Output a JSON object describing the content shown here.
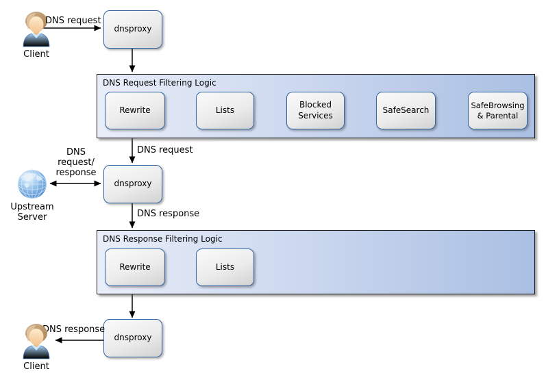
{
  "colors": {
    "box_border": "#3465a4",
    "box_fill_top": "#fafafa",
    "box_fill_bottom": "#d2d2d2",
    "container_fill_left": "#e9eef9",
    "container_fill_right": "#aabfe3",
    "container_border": "#141414",
    "arrow": "#000000"
  },
  "nodes": {
    "client_top": {
      "label": "Client",
      "icon": "person-icon"
    },
    "dnsproxy_top": {
      "label": "dnsproxy"
    },
    "dnsproxy_mid": {
      "label": "dnsproxy"
    },
    "dnsproxy_bottom": {
      "label": "dnsproxy"
    },
    "upstream": {
      "label": "Upstream\nServer",
      "icon": "globe-icon"
    },
    "client_bottom": {
      "label": "Client",
      "icon": "person-icon"
    }
  },
  "containers": {
    "request": {
      "title": "DNS Request Filtering Logic",
      "steps": [
        "Rewrite",
        "Lists",
        "Blocked Services",
        "SafeSearch",
        "SafeBrowsing & Parental"
      ]
    },
    "response": {
      "title": "DNS Response Filtering Logic",
      "steps": [
        "Rewrite",
        "Lists"
      ]
    }
  },
  "edge_labels": {
    "client_to_proxy": "DNS request",
    "container_to_proxy": "DNS request",
    "upstream_exchange": "DNS\nrequest/\nresponse",
    "proxy_to_container2": "DNS response",
    "proxy_to_client": "DNS response"
  }
}
